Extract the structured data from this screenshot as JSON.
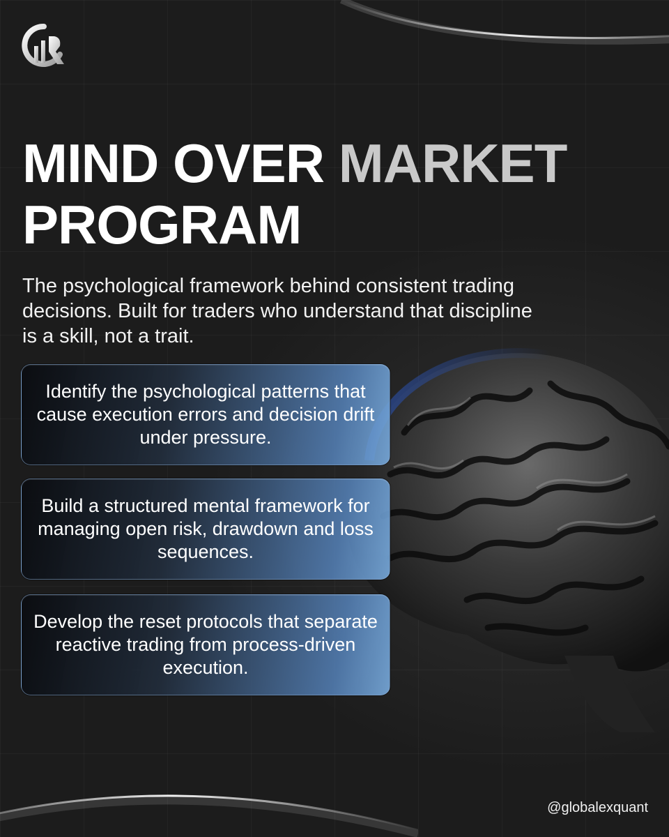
{
  "brand": {
    "logo_icon": "globalexquant-logo",
    "handle": "@globalexquant"
  },
  "title": {
    "part1": "MIND OVER ",
    "accent": "MARKET",
    "line2": "PROGRAM"
  },
  "subtitle": "The psychological framework behind consistent trading decisions. Built for traders who understand that discipline is a skill, not a trait.",
  "cards": [
    {
      "text": "Identify the psychological patterns that cause execution errors and decision drift under pressure."
    },
    {
      "text": "Build a structured mental framework for managing open risk, drawdown and loss sequences."
    },
    {
      "text": "Develop the reset protocols that separate reactive trading from process-driven execution."
    }
  ],
  "illustration": {
    "icon": "brain-icon"
  },
  "colors": {
    "background": "#1b1b1b",
    "accent_text": "#c9c9c9",
    "card_blue": "#6f9fd6"
  }
}
